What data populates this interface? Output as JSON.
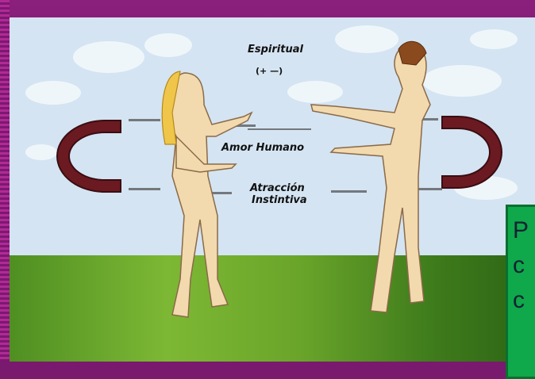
{
  "illustration": {
    "labels": {
      "spiritual": "Espiritual",
      "signs": "(+ —)",
      "human_love": "Amor Humano",
      "instinct_line1": "Atracción",
      "instinct_line2": "Instintiva"
    }
  },
  "text_box": {
    "lines": [
      "P",
      "c",
      "c"
    ]
  }
}
